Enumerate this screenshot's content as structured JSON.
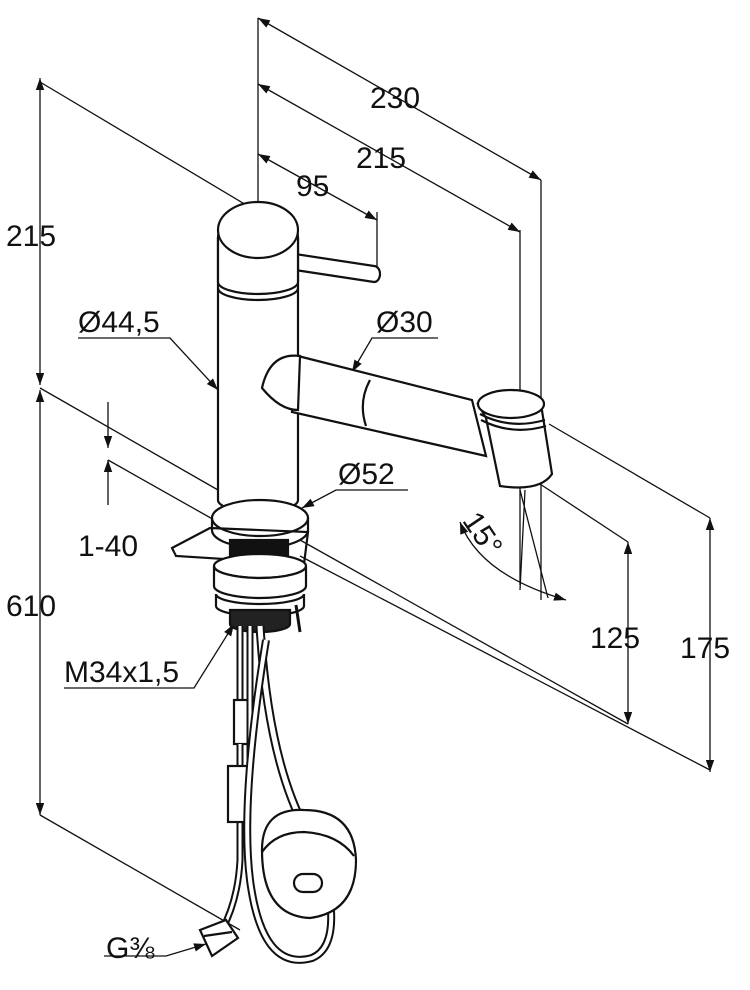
{
  "dimensions": {
    "width_total": "230",
    "width_spout": "215",
    "lever_offset": "95",
    "height_upper": "215",
    "height_lower": "610",
    "body_diameter": "Ø44,5",
    "spout_diameter": "Ø30",
    "base_diameter": "Ø52",
    "deck_thickness": "1-40",
    "thread": "M34x1,5",
    "spray_angle": "15°",
    "outlet_height": "125",
    "spout_height": "175",
    "connection_prefix": "G",
    "connection_fraction": "⅜"
  },
  "colors": {
    "line": "#111111",
    "background": "#ffffff"
  }
}
